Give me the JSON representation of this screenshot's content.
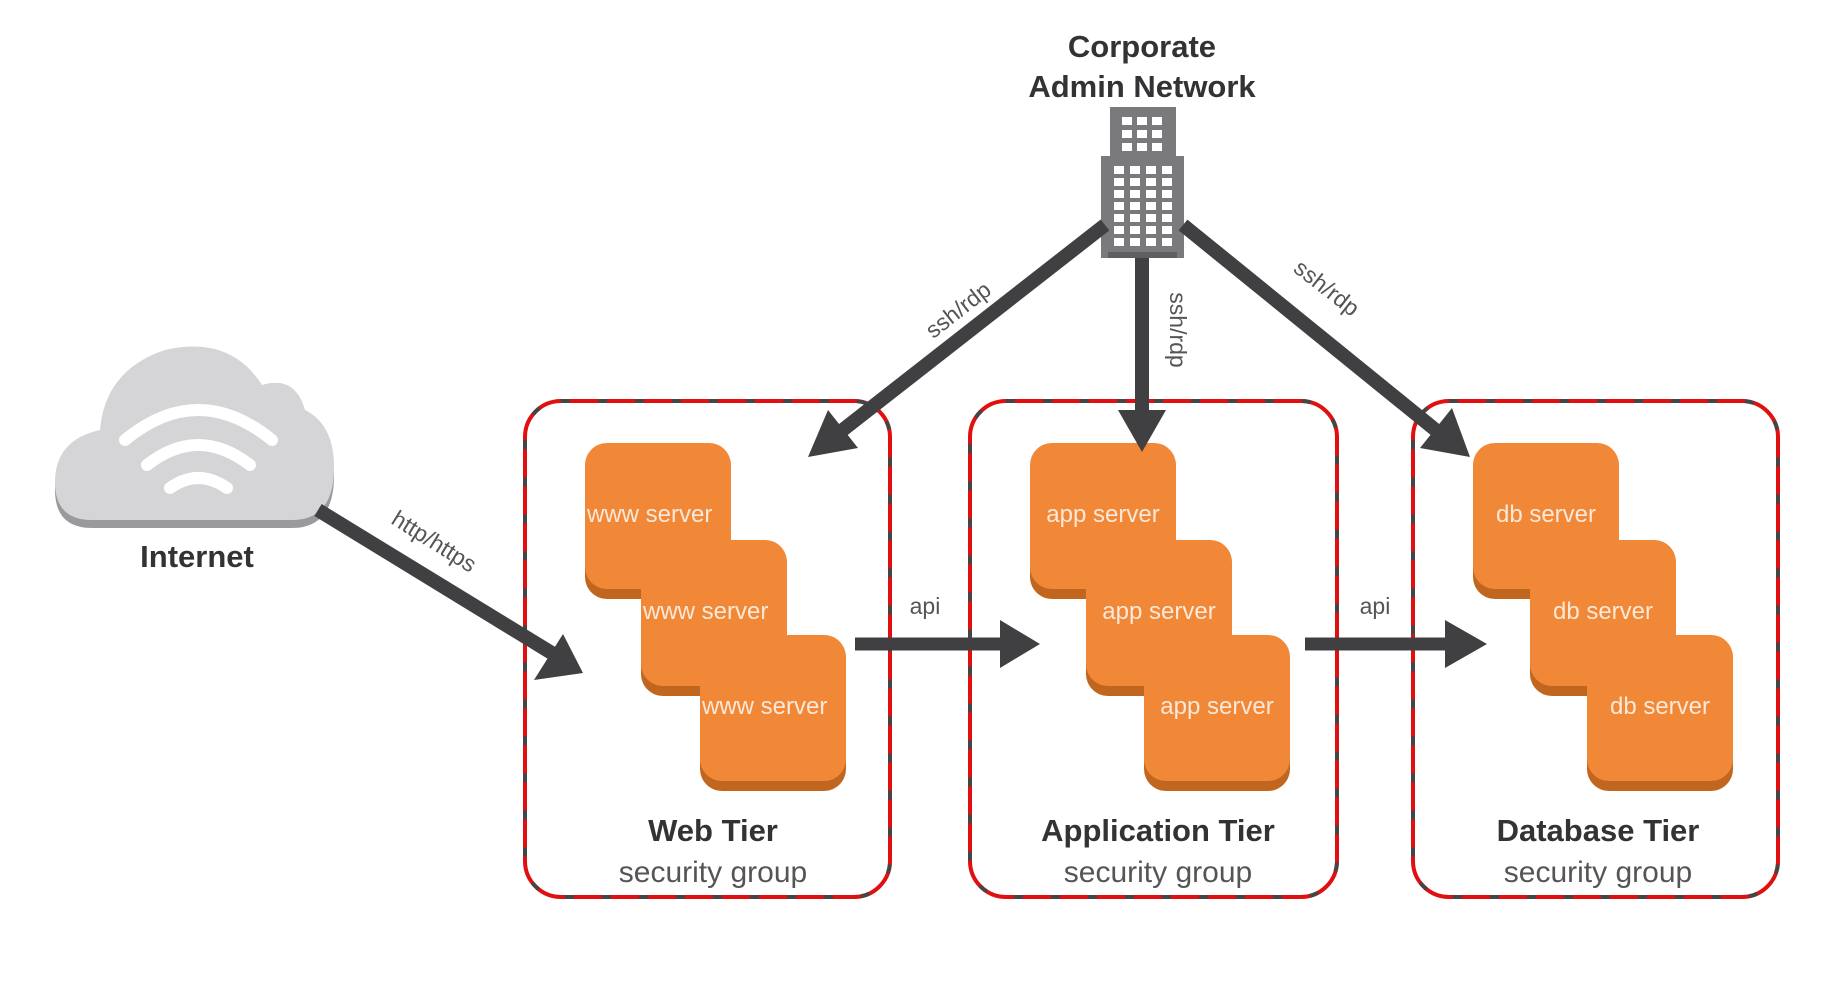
{
  "diagram": {
    "colors": {
      "background": "#ffffff",
      "arrow": "#404042",
      "server_fill": "#F08838",
      "server_shadow": "#C0661E",
      "server_text": "#FCE8D8",
      "group_border_red": "#E01010",
      "group_border_dash": "#454545",
      "cloud": "#D5D5D7",
      "cloud_shadow": "#9A9A9C",
      "building": "#7A7A7C",
      "title_text": "#333336",
      "label_text": "#555558"
    },
    "corporate": {
      "title_line1": "Corporate",
      "title_line2": "Admin Network",
      "icon": "office-building-icon"
    },
    "internet": {
      "label": "Internet",
      "icon": "cloud-wifi-icon"
    },
    "connections": {
      "internet_to_web": "http/https",
      "corp_to_web": "ssh/rdp",
      "corp_to_app": "ssh/rdp",
      "corp_to_db": "ssh/rdp",
      "web_to_app": "api",
      "app_to_db": "api"
    },
    "tiers": [
      {
        "name": "Web Tier",
        "subtitle": "security group",
        "servers": [
          "www server",
          "www server",
          "www server"
        ]
      },
      {
        "name": "Application Tier",
        "subtitle": "security group",
        "servers": [
          "app server",
          "app server",
          "app server"
        ]
      },
      {
        "name": "Database Tier",
        "subtitle": "security group",
        "servers": [
          "db server",
          "db server",
          "db server"
        ]
      }
    ]
  }
}
